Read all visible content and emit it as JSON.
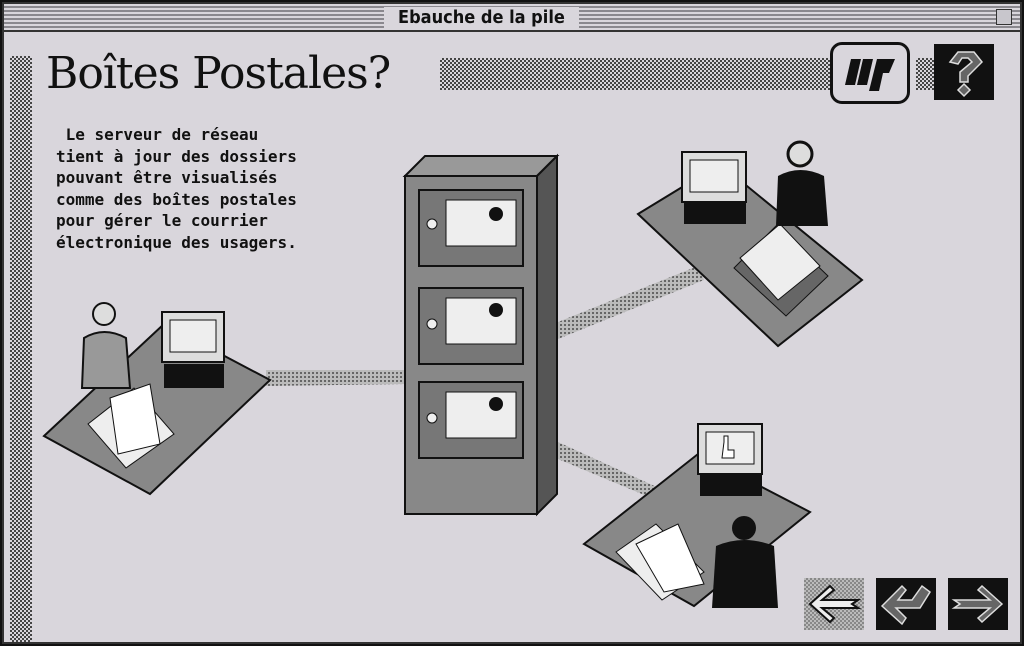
{
  "window": {
    "title": "Ebauche de la pile"
  },
  "card": {
    "heading": "Boîtes Postales?",
    "body_lines": [
      " Le serveur de réseau",
      "tient à jour des dossiers",
      "pouvant être visualisés",
      "comme des boîtes postales",
      "pour gérer le courrier",
      "électronique des usagers."
    ]
  },
  "buttons": {
    "home": "home-icon",
    "help": "help-icon",
    "back": "back-arrow-icon",
    "return": "return-arrow-icon",
    "next": "next-arrow-icon"
  }
}
